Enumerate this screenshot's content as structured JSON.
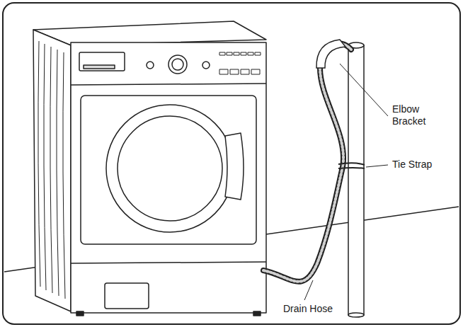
{
  "diagram": {
    "labels": [
      "Elbow Bracket",
      "Tie Strap",
      "Drain Hose"
    ]
  }
}
